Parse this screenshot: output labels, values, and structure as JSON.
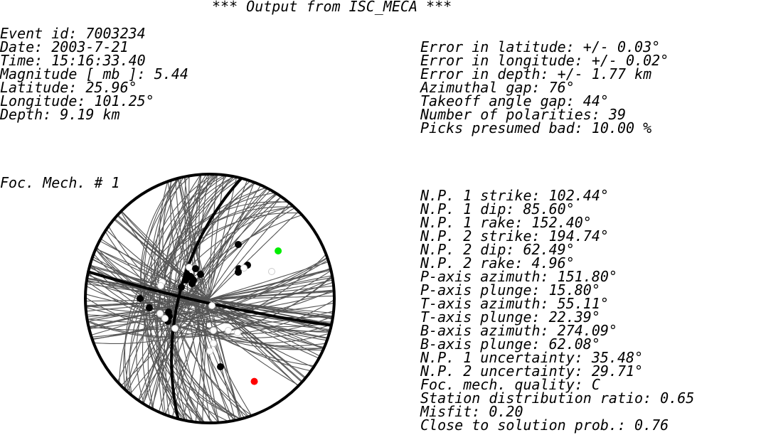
{
  "title": "*** Output from ISC_MECA ***",
  "event_info": [
    "Event id: 7003234",
    "Date: 2003-7-21",
    "Time: 15:16:33.40",
    "Magnitude [ mb ]: 5.44",
    "Latitude: 25.96°",
    "Longitude: 101.25°",
    "Depth: 9.19 km"
  ],
  "error_info": [
    "Error in latitude: +/- 0.03°",
    "Error in longitude: +/- 0.02°",
    "Error in depth: +/- 1.77 km",
    "Azimuthal gap: 76°",
    "Takeoff angle gap: 44°",
    "Number of polarities: 39",
    "Picks presumed bad: 10.00 %"
  ],
  "mechanism_label": "Foc. Mech. # 1",
  "mechanism_info": [
    "N.P. 1 strike: 102.44°",
    "N.P. 1 dip: 85.60°",
    "N.P. 1 rake: 152.40°",
    "N.P. 2 strike: 194.74°",
    "N.P. 2 dip: 62.49°",
    "N.P. 2 rake: 4.96°",
    "P-axis azimuth: 151.80°",
    "P-axis plunge: 15.80°",
    "T-axis azimuth: 55.11°",
    "T-axis plunge: 22.39°",
    "B-axis azimuth: 274.09°",
    "B-axis plunge: 62.08°",
    "N.P. 1 uncertainty: 35.48°",
    "N.P. 2 uncertainty: 29.71°",
    "Foc. mech. quality: C",
    "Station distribution ratio: 0.65",
    "Misfit: 0.20",
    "Close to solution prob.: 0.76"
  ],
  "diagram": {
    "nodal_planes": [
      {
        "strike": 102.44,
        "dip": 85.6
      },
      {
        "strike": 194.74,
        "dip": 62.49
      }
    ],
    "p_axis": {
      "azimuth": 151.8,
      "plunge": 15.8,
      "color": "#ff0000"
    },
    "t_axis": {
      "azimuth": 55.11,
      "plunge": 22.39,
      "color": "#00ee00"
    },
    "uncertainty_curve_color": "#555555",
    "compression_color": "#000000",
    "dilatation_color": "#ffffff"
  }
}
